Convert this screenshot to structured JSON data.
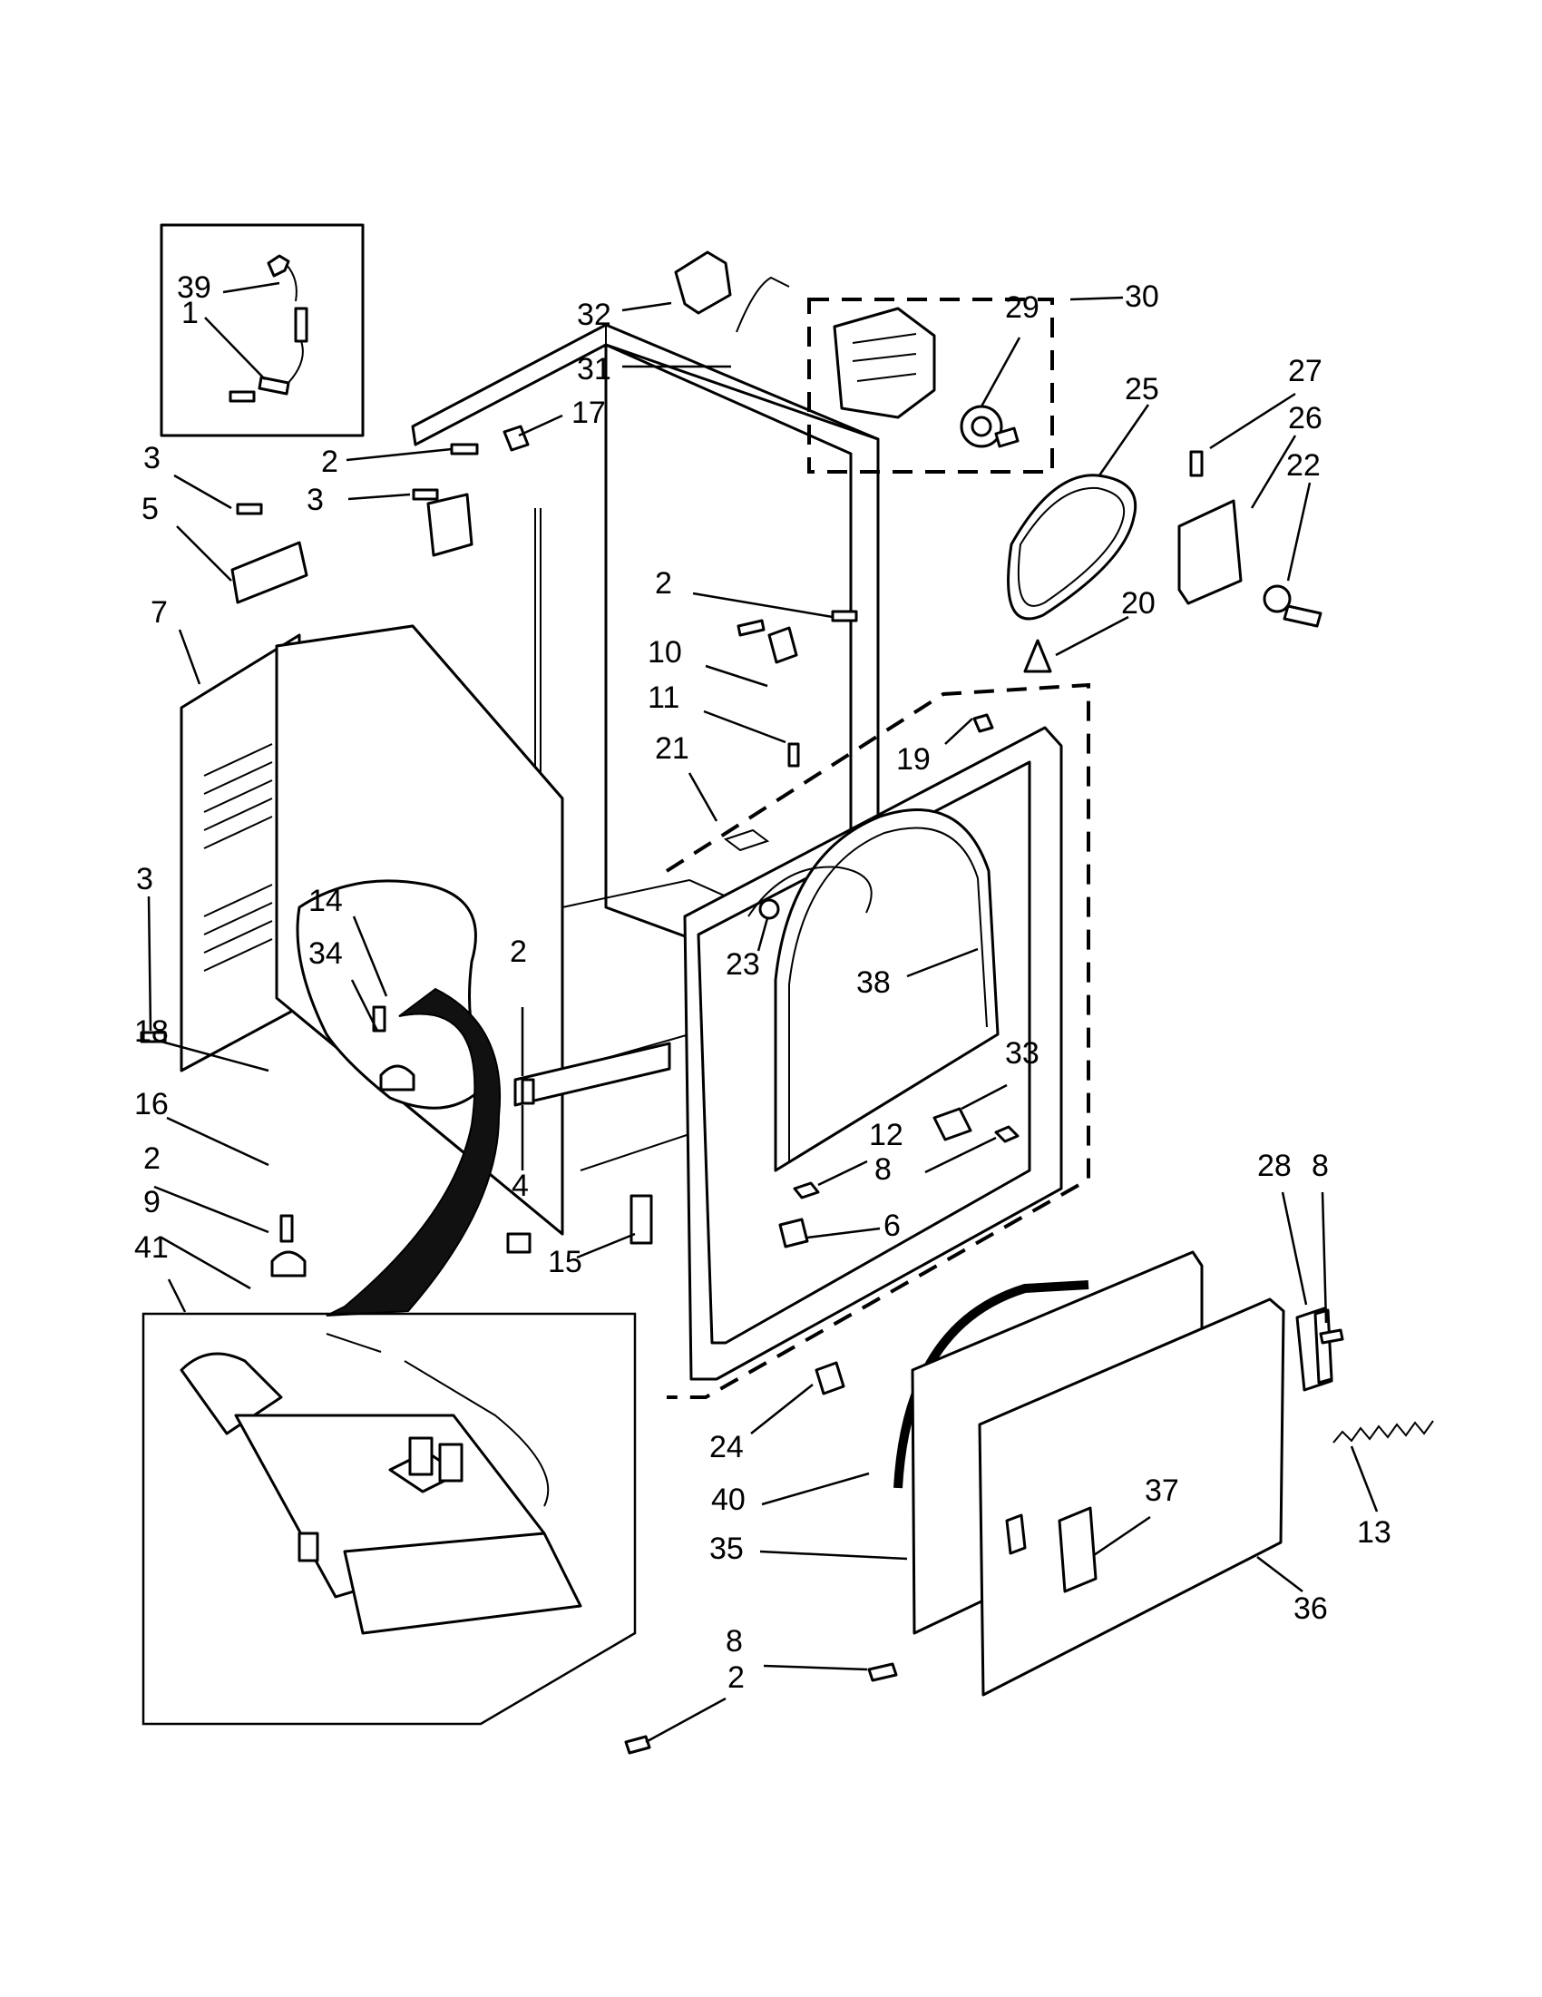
{
  "callouts": [
    {
      "id": "c39",
      "text": "39"
    },
    {
      "id": "c1",
      "text": "1"
    },
    {
      "id": "c3a",
      "text": "3"
    },
    {
      "id": "c5",
      "text": "5"
    },
    {
      "id": "c2a",
      "text": "2"
    },
    {
      "id": "c17",
      "text": "17"
    },
    {
      "id": "c3b",
      "text": "3"
    },
    {
      "id": "c32",
      "text": "32"
    },
    {
      "id": "c31",
      "text": "31"
    },
    {
      "id": "c29",
      "text": "29"
    },
    {
      "id": "c30",
      "text": "30"
    },
    {
      "id": "c27",
      "text": "27"
    },
    {
      "id": "c26",
      "text": "26"
    },
    {
      "id": "c25",
      "text": "25"
    },
    {
      "id": "c22",
      "text": "22"
    },
    {
      "id": "c7",
      "text": "7"
    },
    {
      "id": "c2b",
      "text": "2"
    },
    {
      "id": "c10",
      "text": "10"
    },
    {
      "id": "c20",
      "text": "20"
    },
    {
      "id": "c11",
      "text": "11"
    },
    {
      "id": "c21",
      "text": "21"
    },
    {
      "id": "c19",
      "text": "19"
    },
    {
      "id": "c3c",
      "text": "3"
    },
    {
      "id": "c14",
      "text": "14"
    },
    {
      "id": "c34",
      "text": "34"
    },
    {
      "id": "c2c",
      "text": "2"
    },
    {
      "id": "c23",
      "text": "23"
    },
    {
      "id": "c38",
      "text": "38"
    },
    {
      "id": "c18",
      "text": "18"
    },
    {
      "id": "c33",
      "text": "33"
    },
    {
      "id": "c16",
      "text": "16"
    },
    {
      "id": "c12",
      "text": "12"
    },
    {
      "id": "c8a",
      "text": "8"
    },
    {
      "id": "c2d",
      "text": "2"
    },
    {
      "id": "c4",
      "text": "4"
    },
    {
      "id": "c28",
      "text": "28"
    },
    {
      "id": "c8b",
      "text": "8"
    },
    {
      "id": "c9",
      "text": "9"
    },
    {
      "id": "c6",
      "text": "6"
    },
    {
      "id": "c41",
      "text": "41"
    },
    {
      "id": "c15",
      "text": "15"
    },
    {
      "id": "c24",
      "text": "24"
    },
    {
      "id": "c13",
      "text": "13"
    },
    {
      "id": "c40",
      "text": "40"
    },
    {
      "id": "c37",
      "text": "37"
    },
    {
      "id": "c35",
      "text": "35"
    },
    {
      "id": "c36",
      "text": "36"
    },
    {
      "id": "c8c",
      "text": "8"
    },
    {
      "id": "c2e",
      "text": "2"
    }
  ]
}
